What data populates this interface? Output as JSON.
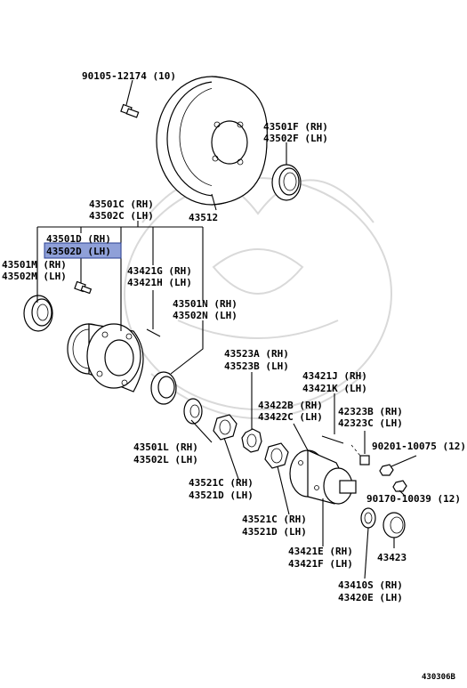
{
  "diagram": {
    "drawing_id": "430306B",
    "highlight_color": "#8fa0d8",
    "labels": {
      "bolt_90105": "90105-12174 (10)",
      "disc": "43512",
      "seal_rh": "43501F (RH)",
      "seal_lh": "43502F (LH)",
      "hub_rh": "43501C (RH)",
      "hub_lh": "43502C (LH)",
      "stud_d_rh": "43501D (RH)",
      "stud_d_lh": "43502D (LH)",
      "bearing_m_rh": "43501M (RH)",
      "bearing_m_lh": "43502M (LH)",
      "stud_g_rh": "43421G (RH)",
      "stud_h_lh": "43421H (LH)",
      "bearing_n_rh": "43501N (RH)",
      "bearing_n_lh": "43502N (LH)",
      "washer_a_rh": "43523A (RH)",
      "washer_b_lh": "43523B (LH)",
      "stud_j_rh": "43421J (RH)",
      "stud_k_lh": "43421K (LH)",
      "flange_rh": "43422B (RH)",
      "flange_lh": "43422C (LH)",
      "cone_b_rh": "42323B (RH)",
      "cone_c_lh": "42323C (LH)",
      "bearing_l_rh": "43501L (RH)",
      "bearing_l_lh": "43502L (LH)",
      "nut_90201": "90201-10075 (12)",
      "nut_c_rh": "43521C (RH)",
      "nut_d_lh": "43521D (LH)",
      "nut_90170": "90170-10039 (12)",
      "nut2_c_rh": "43521C (RH)",
      "nut2_d_lh": "43521D (LH)",
      "stud_e_rh": "43421E (RH)",
      "stud_f_lh": "43421F (LH)",
      "cap": "43423",
      "ring_rh": "43410S (RH)",
      "ring_lh": "43420E (LH)"
    }
  }
}
